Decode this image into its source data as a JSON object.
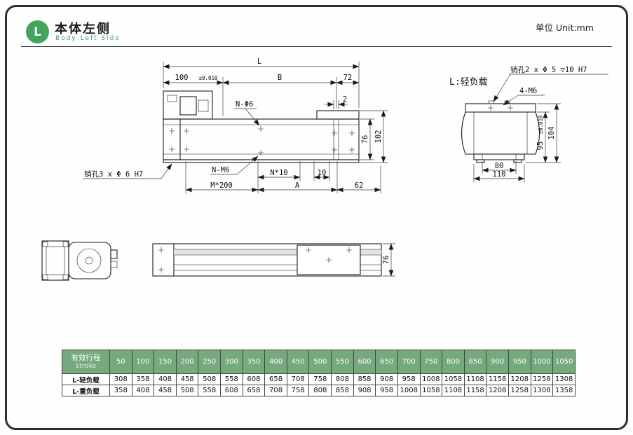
{
  "colors": {
    "accent": "#3fa65c",
    "table_header": "#76a97d",
    "ink": "#1b1b1b"
  },
  "header": {
    "badge_letter": "L",
    "title_cn": "本体左侧",
    "title_en": "Body Left Side",
    "unit_label": "单位 Unit:mm"
  },
  "side_view": {
    "dim_L": "L",
    "dim_100": "100",
    "dim_100_tol": "±0.010",
    "dim_B": "B",
    "dim_72": "72",
    "dim_2": "2",
    "label_hole_top": "N-Φ6",
    "dim_76": "76",
    "dim_102": "102",
    "label_pinhole": "销孔3 x Φ 6 H7",
    "label_hole_bottom": "N-M6",
    "dim_n10": "N*10",
    "dim_10": "10",
    "dim_m200": "M*200",
    "dim_A": "A",
    "dim_62": "62"
  },
  "section_view": {
    "title": "L:轻负载",
    "label_pinhole": "销孔2 x Φ 5 ▽10 H7",
    "label_4m6": "4-M6",
    "dim_104": "104",
    "dim_95": "95",
    "dim_95_tol": "±0.010",
    "dim_80": "80",
    "dim_110": "110"
  },
  "top_view": {
    "dim_76": "76"
  },
  "table": {
    "header_cn": "有效行程",
    "header_en": "Stroke",
    "strokes": [
      "50",
      "100",
      "150",
      "200",
      "250",
      "300",
      "350",
      "400",
      "450",
      "500",
      "550",
      "600",
      "650",
      "700",
      "750",
      "800",
      "850",
      "900",
      "950",
      "1000",
      "1050"
    ],
    "rows": [
      {
        "label": "L-轻负载",
        "values": [
          "308",
          "358",
          "408",
          "458",
          "508",
          "558",
          "608",
          "658",
          "708",
          "758",
          "808",
          "858",
          "908",
          "958",
          "1008",
          "1058",
          "1108",
          "1158",
          "1208",
          "1258",
          "1308"
        ]
      },
      {
        "label": "L-重负载",
        "values": [
          "358",
          "408",
          "458",
          "508",
          "558",
          "608",
          "658",
          "708",
          "758",
          "808",
          "858",
          "908",
          "958",
          "1008",
          "1058",
          "1108",
          "1158",
          "1208",
          "1258",
          "1308",
          "1358"
        ]
      }
    ]
  }
}
